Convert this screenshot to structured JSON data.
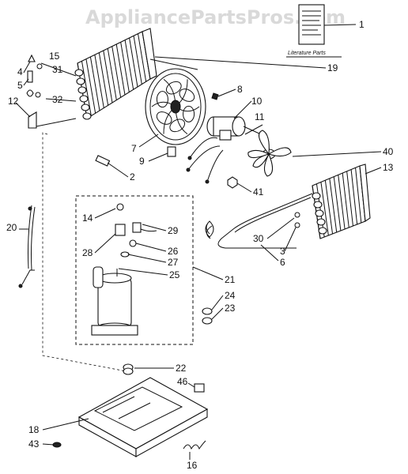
{
  "watermark": "AppliancePartsPros.com",
  "literature": {
    "label": "Literature Parts"
  },
  "callouts": [
    {
      "id": "c1",
      "label": "1"
    },
    {
      "id": "c2",
      "label": "2"
    },
    {
      "id": "c3",
      "label": "3"
    },
    {
      "id": "c4",
      "label": "4"
    },
    {
      "id": "c5",
      "label": "5"
    },
    {
      "id": "c6",
      "label": "6"
    },
    {
      "id": "c7",
      "label": "7"
    },
    {
      "id": "c8",
      "label": "8"
    },
    {
      "id": "c9",
      "label": "9"
    },
    {
      "id": "c10",
      "label": "10"
    },
    {
      "id": "c11",
      "label": "11"
    },
    {
      "id": "c12",
      "label": "12"
    },
    {
      "id": "c13",
      "label": "13"
    },
    {
      "id": "c14",
      "label": "14"
    },
    {
      "id": "c15",
      "label": "15"
    },
    {
      "id": "c16",
      "label": "16"
    },
    {
      "id": "c18",
      "label": "18"
    },
    {
      "id": "c19",
      "label": "19"
    },
    {
      "id": "c20",
      "label": "20"
    },
    {
      "id": "c21",
      "label": "21"
    },
    {
      "id": "c22",
      "label": "22"
    },
    {
      "id": "c23",
      "label": "23"
    },
    {
      "id": "c24",
      "label": "24"
    },
    {
      "id": "c25",
      "label": "25"
    },
    {
      "id": "c26",
      "label": "26"
    },
    {
      "id": "c27",
      "label": "27"
    },
    {
      "id": "c28",
      "label": "28"
    },
    {
      "id": "c29",
      "label": "29"
    },
    {
      "id": "c30",
      "label": "30"
    },
    {
      "id": "c31",
      "label": "31"
    },
    {
      "id": "c32",
      "label": "32"
    },
    {
      "id": "c40",
      "label": "40"
    },
    {
      "id": "c41",
      "label": "41"
    },
    {
      "id": "c43",
      "label": "43"
    },
    {
      "id": "c46",
      "label": "46"
    }
  ]
}
